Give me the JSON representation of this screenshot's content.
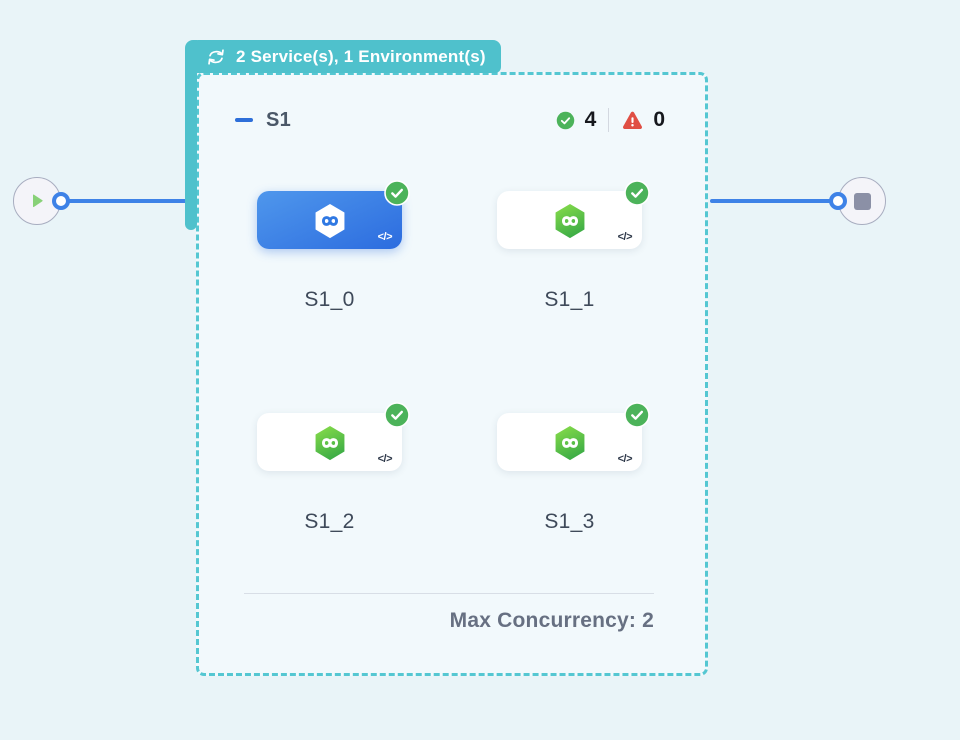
{
  "badge": {
    "label": "2 Service(s), 1 Environment(s)",
    "icon": "cycle-icon"
  },
  "group": {
    "title": "S1",
    "success_count": "4",
    "error_count": "0",
    "services": [
      {
        "name": "S1_0",
        "status": "success",
        "selected": true
      },
      {
        "name": "S1_1",
        "status": "success",
        "selected": false
      },
      {
        "name": "S1_2",
        "status": "success",
        "selected": false
      },
      {
        "name": "S1_3",
        "status": "success",
        "selected": false
      }
    ],
    "footer": {
      "max_concurrency": "Max Concurrency: 2"
    }
  },
  "icons": {
    "code": "</>"
  },
  "colors": {
    "background": "#e9f4f8",
    "badge_teal": "#4fc1cc",
    "dashed_border": "#55c7d2",
    "edge_blue": "#3e82e7",
    "selected_tile_blue": "#2c6cdf",
    "success_green": "#4cb35a",
    "error_red": "#e04f44"
  }
}
